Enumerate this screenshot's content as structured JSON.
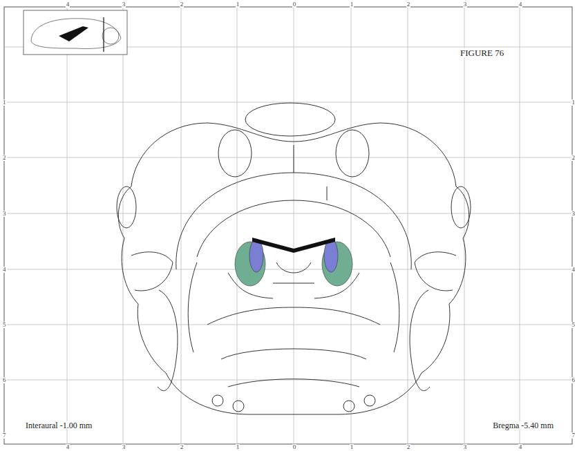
{
  "diagram": {
    "title": "FIGURE 76",
    "labels": [
      "Interaural -1.00 mm",
      "Bregma -5.40 mm",
      "4",
      "3",
      "2",
      "1",
      "0",
      "1",
      "2",
      "3",
      "4",
      "4",
      "3",
      "2",
      "1",
      "0",
      "1",
      "2",
      "3",
      "4",
      "1",
      "2",
      "3",
      "4",
      "5",
      "6",
      "7",
      "1",
      "2",
      "3",
      "4",
      "5",
      "6",
      "7"
    ]
  }
}
